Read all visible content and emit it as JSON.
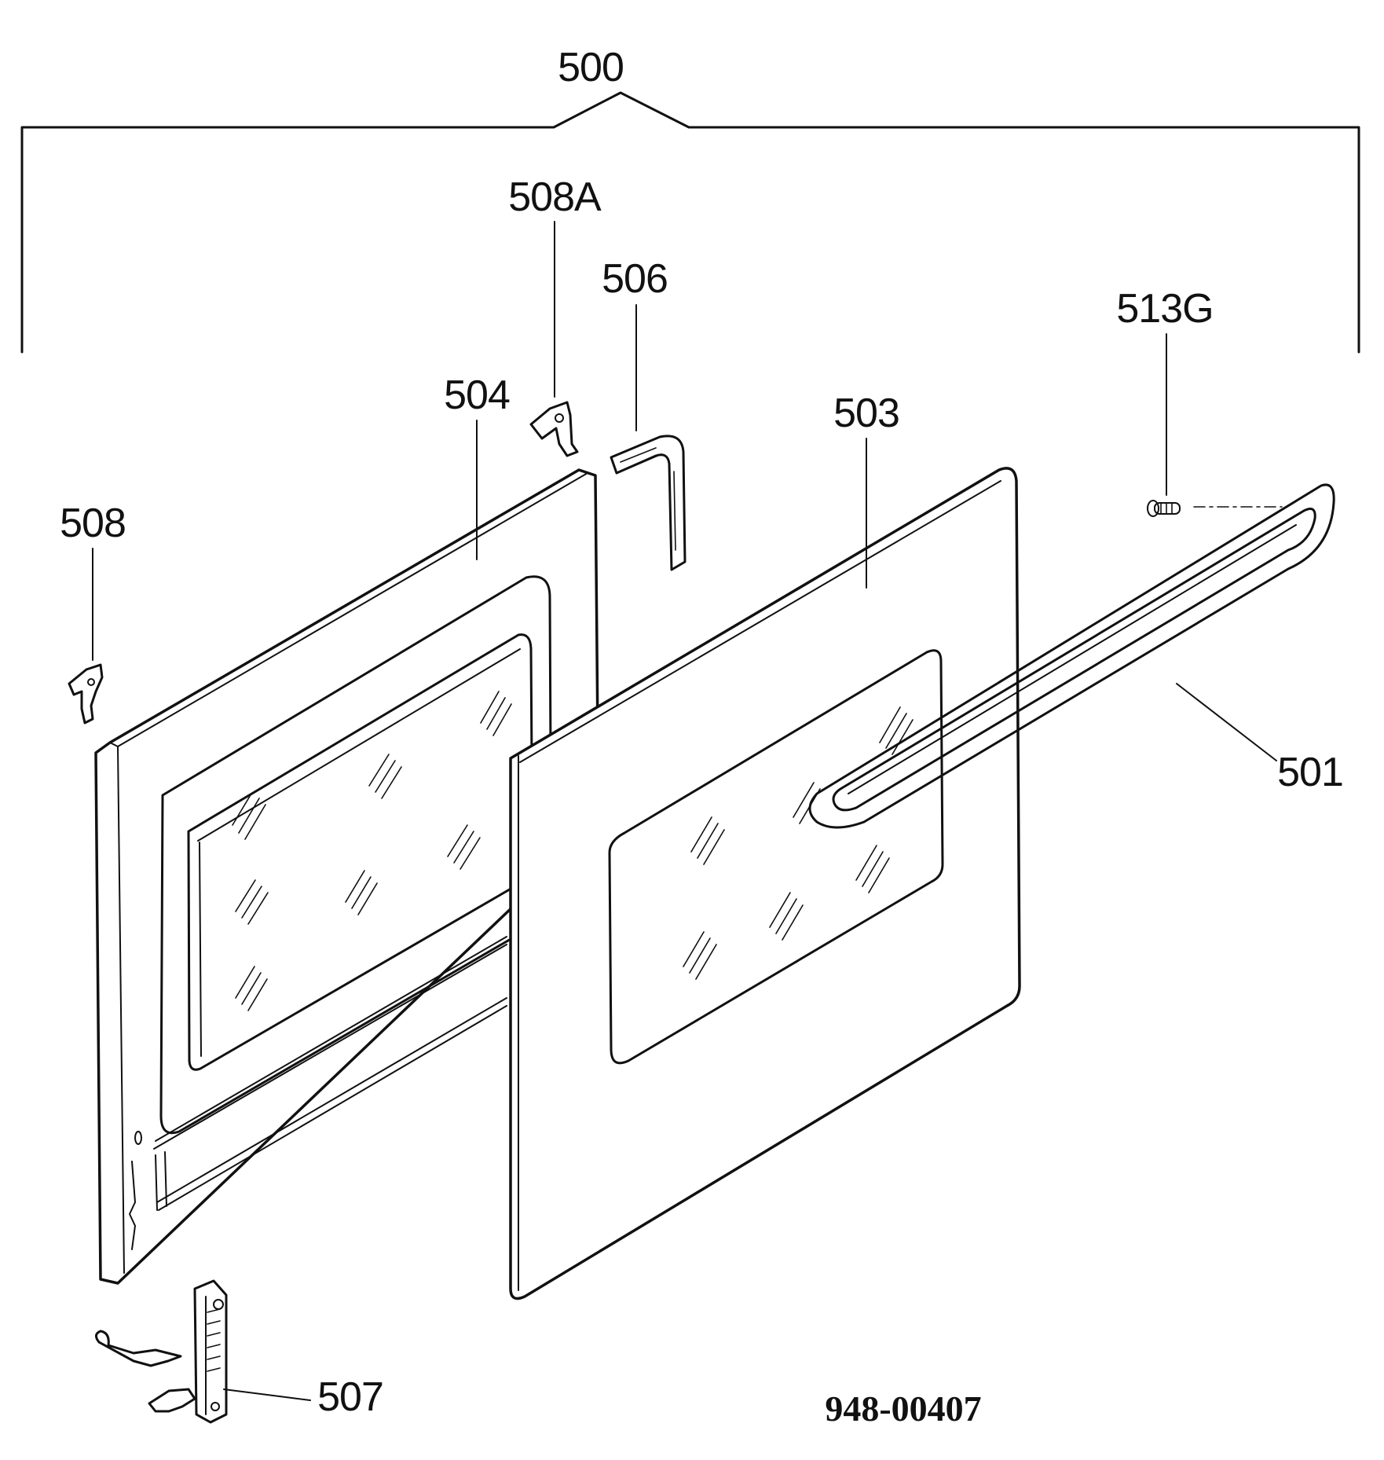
{
  "diagram": {
    "labels": {
      "assembly": "500",
      "handle": "501",
      "outer_glass_panel": "503",
      "inner_door_panel": "504",
      "seal": "506",
      "hinge": "507",
      "clip_left": "508",
      "clip_top": "508A",
      "screw": "513G"
    },
    "document_number": "948-00407"
  }
}
